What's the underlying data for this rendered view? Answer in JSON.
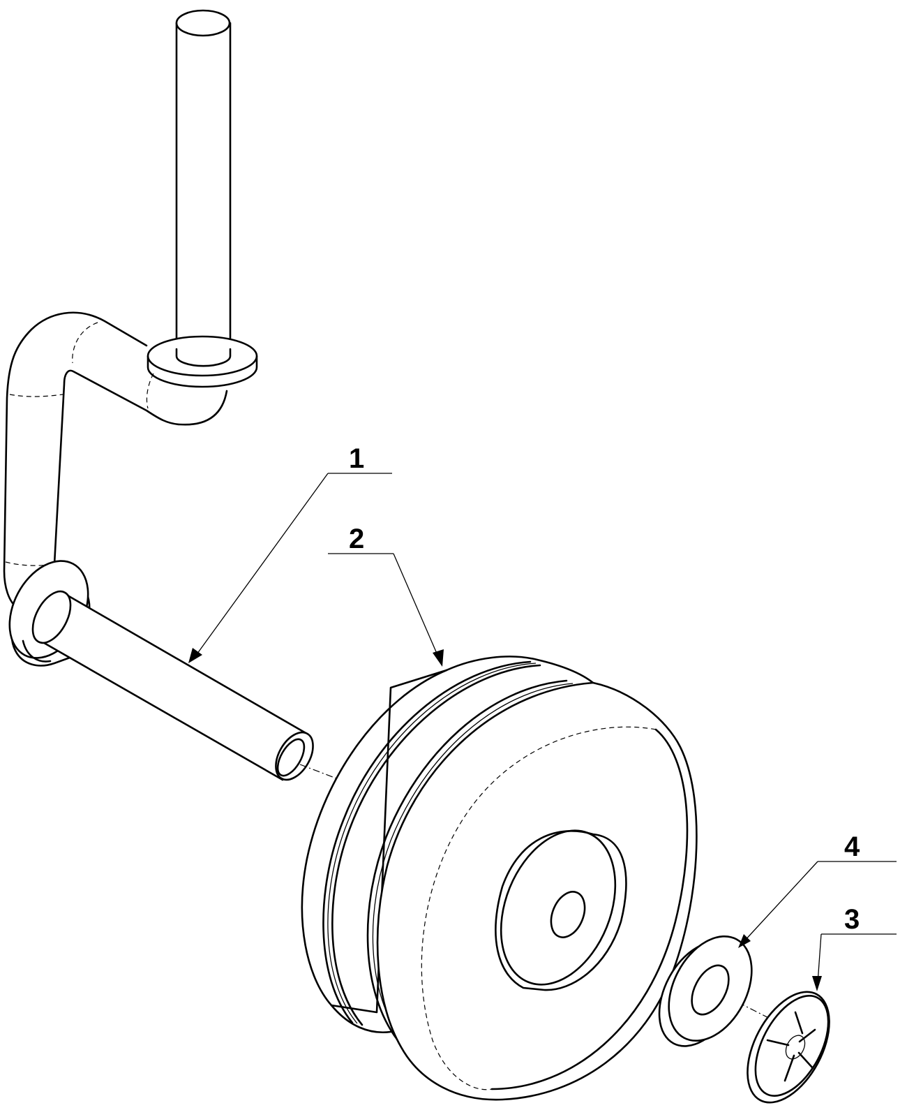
{
  "callouts": [
    {
      "id": "1",
      "text": "1"
    },
    {
      "id": "2",
      "text": "2"
    },
    {
      "id": "4",
      "text": "4"
    },
    {
      "id": "3",
      "text": "3"
    }
  ],
  "colors": {
    "line": "#000000",
    "background": "#ffffff"
  }
}
